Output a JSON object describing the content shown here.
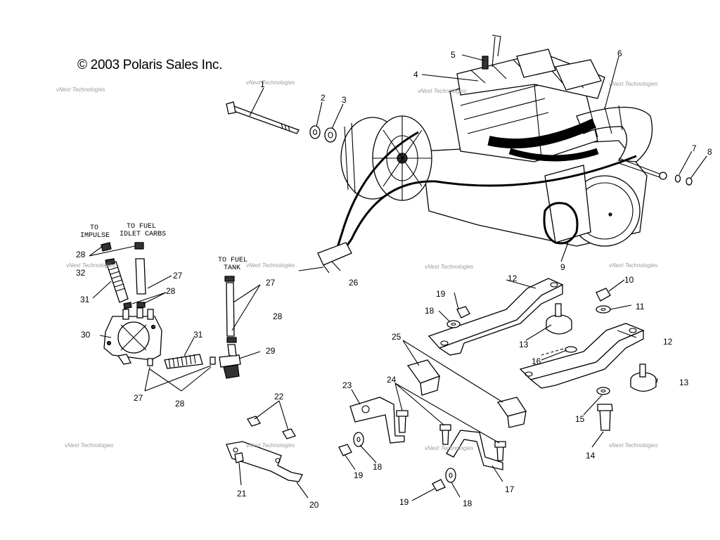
{
  "copyright": "© 2003 Polaris Sales Inc.",
  "watermark": "vNext Technologies",
  "part_numbers": [
    "1",
    "2",
    "3",
    "4",
    "5",
    "6",
    "7",
    "8",
    "9",
    "10",
    "11",
    "12",
    "12",
    "13",
    "13",
    "14",
    "15",
    "16",
    "17",
    "18",
    "18",
    "18",
    "19",
    "19",
    "19",
    "20",
    "21",
    "22",
    "23",
    "24",
    "25",
    "26",
    "27",
    "27",
    "27",
    "28",
    "28",
    "28",
    "28",
    "28",
    "29",
    "30",
    "31",
    "31",
    "32"
  ],
  "callouts": {
    "to_impulse": [
      "TO",
      "IMPULSE"
    ],
    "to_fuel_idlet_carbs": [
      "TO FUEL",
      "IDLET CARBS"
    ],
    "to_fuel_tank": [
      "TO FUEL",
      "TANK"
    ]
  },
  "colors": {
    "line": "#000000",
    "background": "#ffffff",
    "watermark": "#9a9a9a"
  }
}
